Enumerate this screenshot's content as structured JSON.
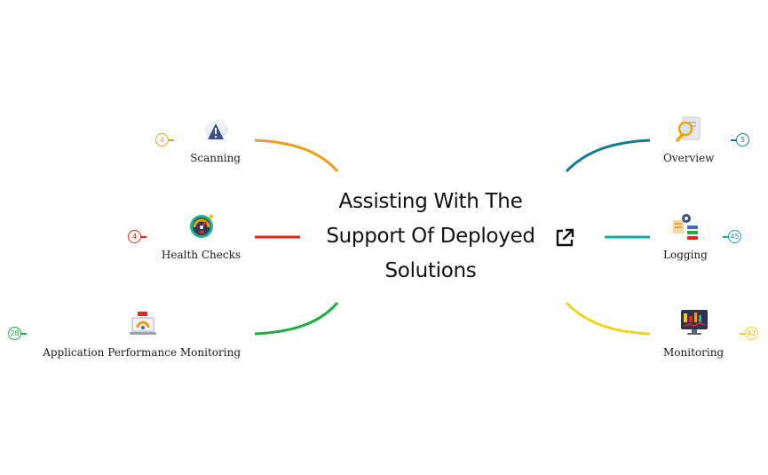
{
  "center": {
    "title_lines": [
      "Assisting With The",
      "Support Of Deployed",
      "Solutions"
    ],
    "link_icon": "external-link-icon"
  },
  "branches": {
    "scanning": {
      "label": "Scanning",
      "count": "4",
      "color": "#f39c12",
      "icon": "warning-cloud-icon"
    },
    "health_checks": {
      "label": "Health Checks",
      "count": "4",
      "color": "#e8261c",
      "icon": "speedometer-icon"
    },
    "apm": {
      "label": "Application Performance Monitoring",
      "count": "28",
      "color": "#1aae3c",
      "icon": "laptop-dashboard-icon"
    },
    "overview": {
      "label": "Overview",
      "count": "5",
      "color": "#137a93",
      "icon": "magnifier-document-icon"
    },
    "logging": {
      "label": "Logging",
      "count": "45",
      "color": "#19a9a0",
      "icon": "log-settings-icon"
    },
    "monitoring": {
      "label": "Monitoring",
      "count": "42",
      "color": "#f0d41c",
      "icon": "monitor-chart-icon"
    }
  }
}
